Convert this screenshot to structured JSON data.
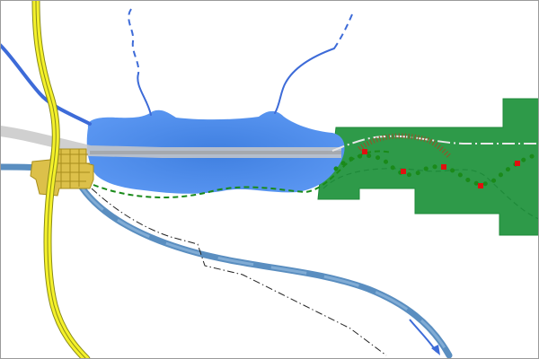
{
  "map": {
    "colors": {
      "background": "#ffffff",
      "water": "#3f7fe0",
      "water_light": "#5b97f2",
      "stream": "#3d6bd8",
      "forest": "#2e9a49",
      "forest_dark": "#1f8a3a",
      "highway_fill": "#f4f12a",
      "highway_casing": "#8a8a1a",
      "railway": "#c8c8c8",
      "railway_center": "#9b9b9b",
      "road_dash": "#e8e8e8",
      "canal": "#5a8ec0",
      "canal_light": "#8bb4da",
      "urban": "#dcc04a",
      "urban_outline": "#a88e1c",
      "trail_green": "#1a8a1a",
      "boundary": "#222222",
      "poi_red": "#e01010",
      "cliff": "#8a5a2a"
    },
    "icons": [
      "lake",
      "forest",
      "highway",
      "railway",
      "canal",
      "stream",
      "town",
      "trail",
      "boundary",
      "cliff",
      "flow-arrow"
    ]
  }
}
